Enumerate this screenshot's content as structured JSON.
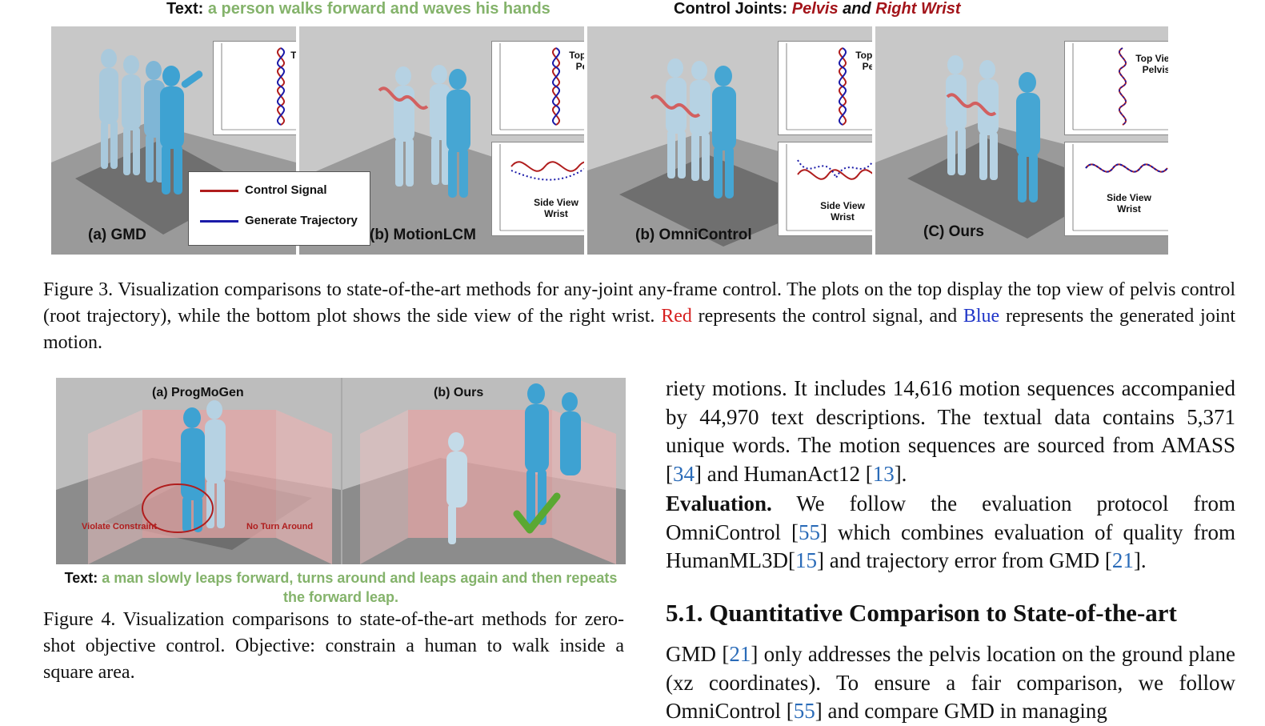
{
  "fig3_header": {
    "text_label": "Text:",
    "text_value": "a person walks forward and waves his hands",
    "control_label": "Control Joints:",
    "control_joint1": "Pelvis",
    "control_and": "and",
    "control_joint2": "Right Wrist"
  },
  "fig3_panels": {
    "gmd_label": "(a) GMD",
    "motionlcm_label": "(b) MotionLCM",
    "omnicontrol_label": "(b) OmniControl",
    "ours_label": "(C) Ours",
    "top_view_label": "Top View",
    "pelvis_label": "Pelvis",
    "side_view_label": "Side View",
    "wrist_label": "Wrist"
  },
  "legend": {
    "control_signal": "Control Signal",
    "generate_trajectory": "Generate Trajectory",
    "control_color": "#b01d1d",
    "generate_color": "#1a1aa8"
  },
  "fig3_caption": {
    "part1": "Figure 3. Visualization comparisons to state-of-the-art methods for any-joint any-frame control. The plots on the top display the top view of pelvis control (root trajectory), while the bottom plot shows the side view of the right wrist.",
    "red_word": "Red",
    "part2": "represents the control signal, and",
    "blue_word": "Blue",
    "part3": "represents the generated joint motion."
  },
  "fig4": {
    "left_label": "(a) ProgMoGen",
    "right_label": "(b) Ours",
    "violate_note": "Violate Constraint",
    "no_turn_note": "No Turn Around",
    "text_label": "Text:",
    "text_value": "a man slowly leaps forward, turns around and leaps again and then repeats the forward leap.",
    "caption": "Figure 4. Visualization comparisons to state-of-the-art methods for zero-shot objective control. Objective: constrain a human to walk inside a square area."
  },
  "body": {
    "para1_a": "riety motions. It includes 14,616 motion sequences accompanied by 44,970 text descriptions. The textual data contains 5,371 unique words. The motion sequences are sourced from AMASS [",
    "cite34": "34",
    "para1_b": "] and HumanAct12 [",
    "cite13": "13",
    "para1_c": "].",
    "eval_head": "Evaluation.",
    "para2_a": "We follow the evaluation protocol from OmniControl [",
    "cite55": "55",
    "para2_b": "] which combines evaluation of quality from HumanML3D[",
    "cite15": "15",
    "para2_c": "] and trajectory error from GMD [",
    "cite21": "21",
    "para2_d": "].",
    "section_title": "5.1. Quantitative Comparison to State-of-the-art",
    "para3_a": "GMD [",
    "cite21b": "21",
    "para3_b": "] only addresses the pelvis location on the ground plane (xz coordinates). To ensure a fair comparison, we follow OmniControl [",
    "cite55b": "55",
    "para3_c": "] and compare GMD in managing"
  }
}
